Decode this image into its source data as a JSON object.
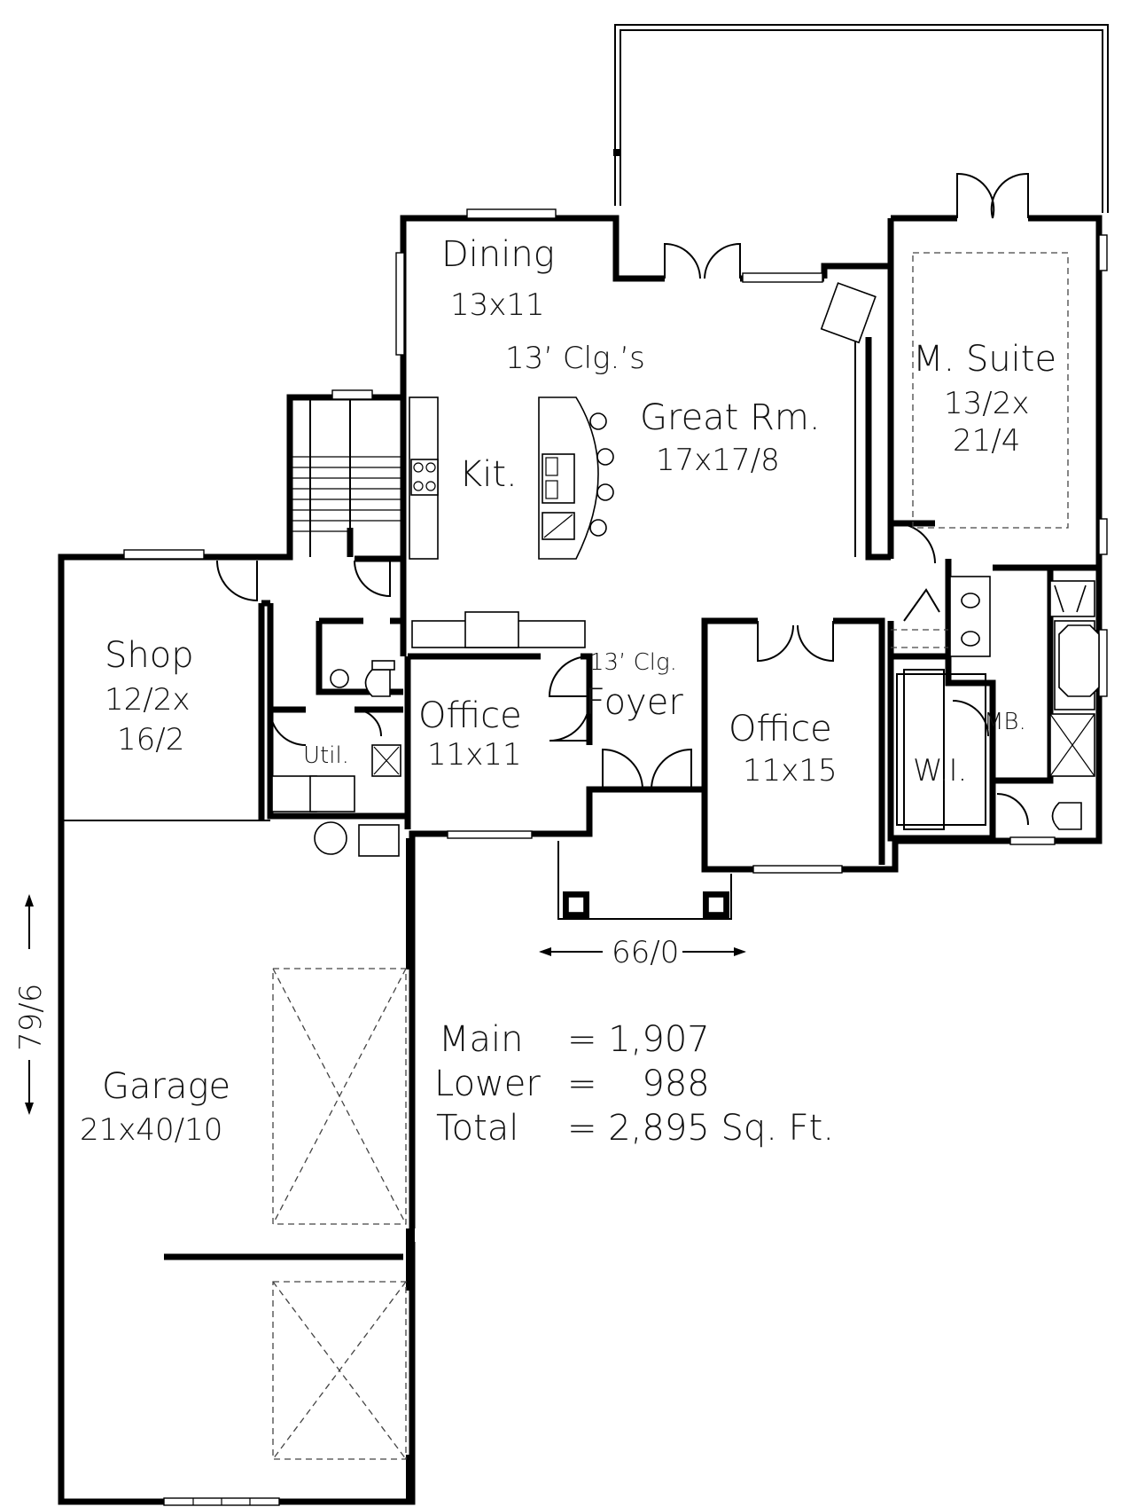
{
  "rooms": {
    "dining": {
      "name": "Dining",
      "size": "13x11"
    },
    "ceiling_note_1": "13’ Clg.’s",
    "great_room": {
      "name": "Great Rm.",
      "size": "17x17/8"
    },
    "kitchen": {
      "name": "Kit."
    },
    "master_suite": {
      "name": "M. Suite",
      "size_line1": "13/2x",
      "size_line2": "21/4"
    },
    "shop": {
      "name": "Shop",
      "size_line1": "12/2x",
      "size_line2": "16/2"
    },
    "utility": {
      "name": "Util."
    },
    "office_left": {
      "name": "Office",
      "size": "11x11"
    },
    "ceiling_note_2": "13’ Clg.",
    "foyer": {
      "name": "Foyer"
    },
    "office_right": {
      "name": "Office",
      "size": "11x15"
    },
    "master_bath": {
      "name": "MB."
    },
    "walk_in": {
      "name": "W.I."
    },
    "garage": {
      "name": "Garage",
      "size": "21x40/10"
    }
  },
  "dimensions": {
    "width": "66/0",
    "depth": "79/6"
  },
  "area_summary": {
    "main_label": "Main",
    "main_value": "= 1,907",
    "lower_label": "Lower",
    "lower_value": "=    988",
    "total_label": "Total",
    "total_value": "= 2,895 Sq. Ft."
  }
}
